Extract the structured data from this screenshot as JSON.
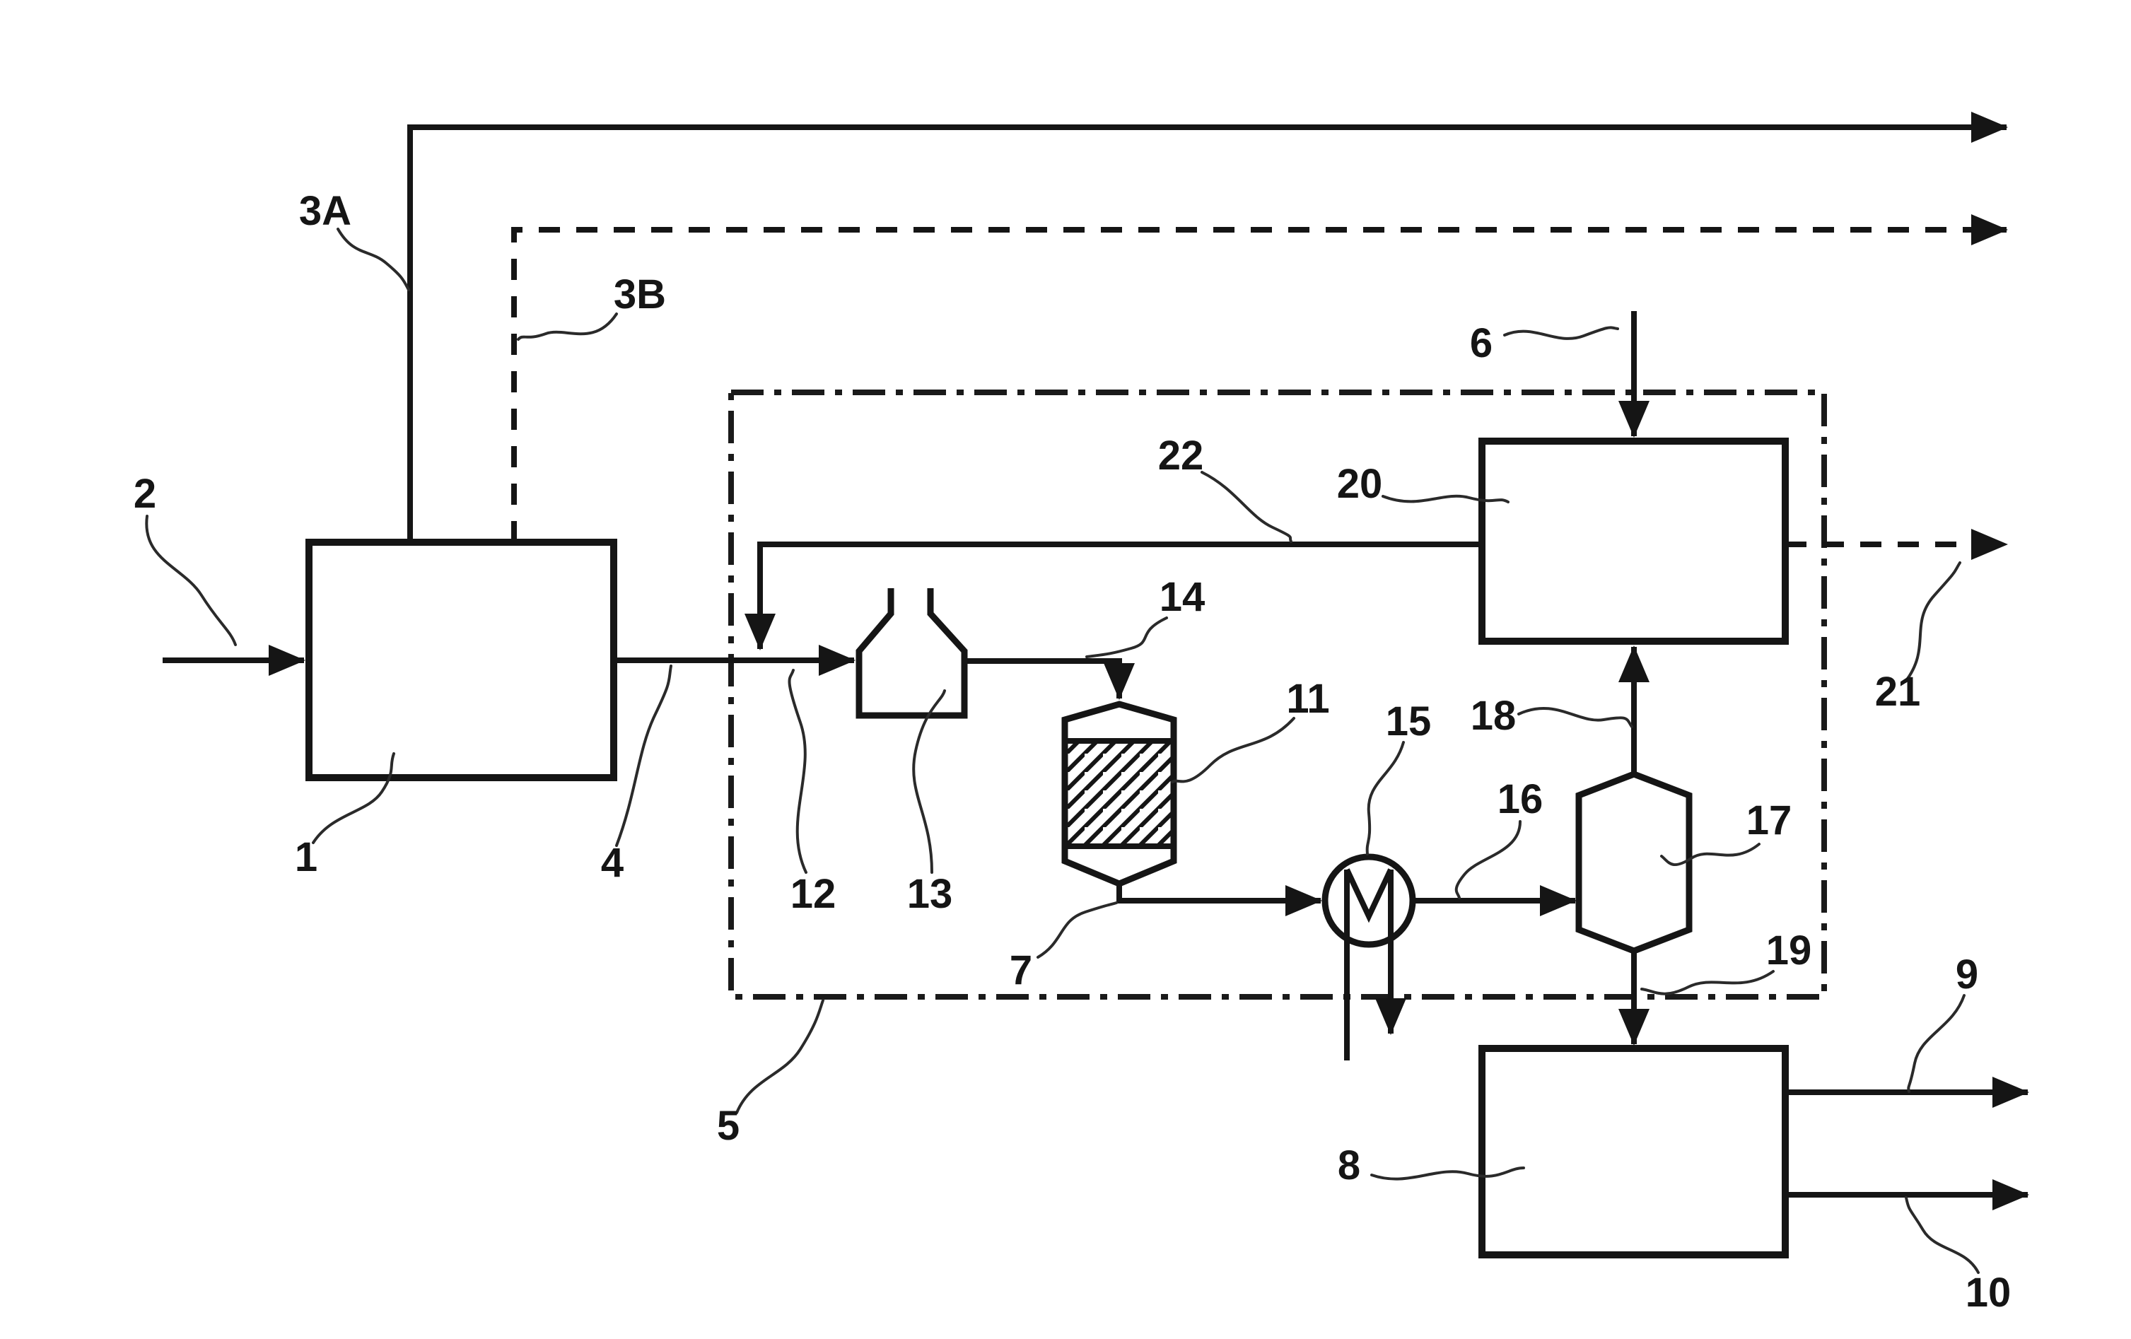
{
  "figure": {
    "kind": "patent-process-flow-diagram",
    "background_color": "#ffffff",
    "ink_color": "#151515",
    "m_symbol": "M",
    "labels": {
      "n1": "1",
      "n2": "2",
      "n3A": "3A",
      "n3B": "3B",
      "n4": "4",
      "n5": "5",
      "n6": "6",
      "n7": "7",
      "n8": "8",
      "n9": "9",
      "n10": "10",
      "n11": "11",
      "n12": "12",
      "n13": "13",
      "n14": "14",
      "n15": "15",
      "n16": "16",
      "n17": "17",
      "n18": "18",
      "n19": "19",
      "n20": "20",
      "n21": "21",
      "n22": "22"
    }
  }
}
